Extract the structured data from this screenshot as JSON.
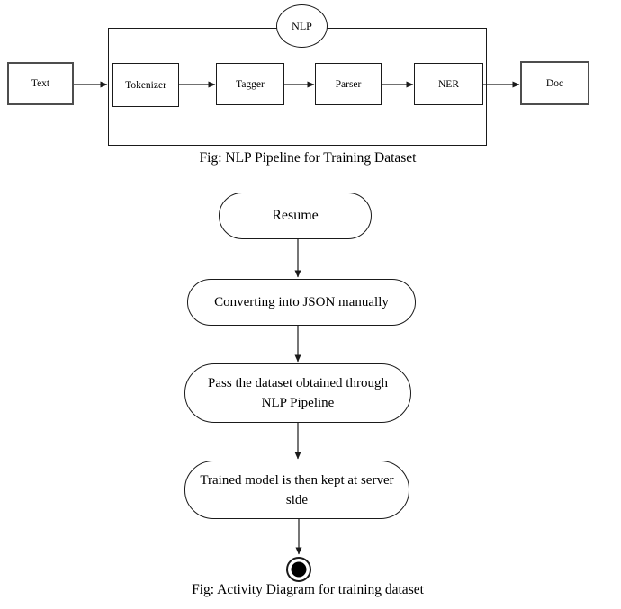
{
  "pipeline": {
    "caption": "Fig: NLP Pipeline for Training Dataset",
    "boundary_label": "NLP",
    "nodes": {
      "input": "Text",
      "tokenizer": "Tokenizer",
      "tagger": "Tagger",
      "parser": "Parser",
      "ner": "NER",
      "output": "Doc"
    }
  },
  "activity": {
    "caption": "Fig: Activity Diagram for training dataset",
    "steps": {
      "start": "Resume",
      "convert": "Converting into JSON manually",
      "pass": "Pass the dataset obtained through NLP Pipeline",
      "train": "Trained model is then kept at server side"
    }
  },
  "colors": {
    "line": "#1a1a1a",
    "outer_box_border": "#4d4d4d",
    "background": "#ffffff"
  }
}
